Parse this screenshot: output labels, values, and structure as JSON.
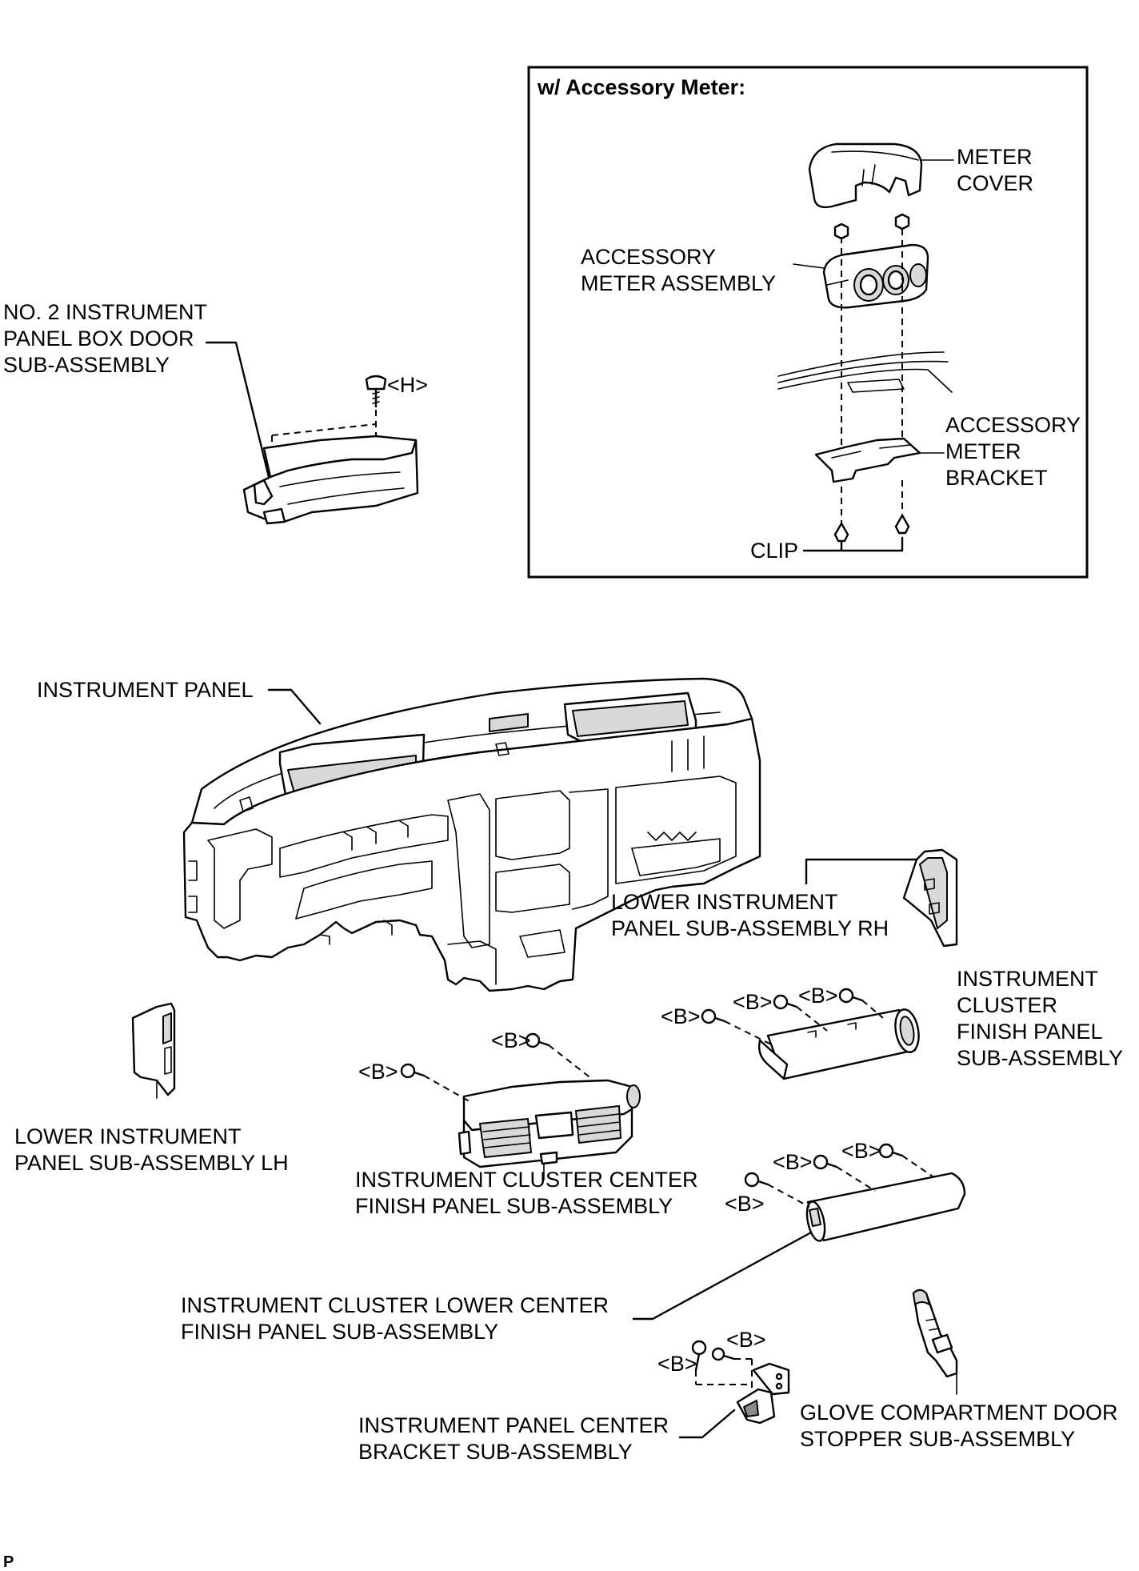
{
  "inset": {
    "title": "w/ Accessory Meter:",
    "meter_cover": [
      "METER",
      "COVER"
    ],
    "accessory_meter_assembly": [
      "ACCESSORY",
      "METER ASSEMBLY"
    ],
    "accessory_meter_bracket": [
      "ACCESSORY",
      "METER",
      "BRACKET"
    ],
    "clip": "CLIP"
  },
  "box_door": [
    "NO. 2 INSTRUMENT",
    "PANEL BOX DOOR",
    "SUB-ASSEMBLY"
  ],
  "screw_h": "<H>",
  "instrument_panel": "INSTRUMENT PANEL",
  "lower_panel_rh": [
    "LOWER INSTRUMENT",
    "PANEL SUB-ASSEMBLY RH"
  ],
  "lower_panel_lh": [
    "LOWER INSTRUMENT",
    "PANEL SUB-ASSEMBLY LH"
  ],
  "cluster_finish_panel": [
    "INSTRUMENT",
    "CLUSTER",
    "FINISH PANEL",
    "SUB-ASSEMBLY"
  ],
  "cluster_center_finish": [
    "INSTRUMENT CLUSTER CENTER",
    "FINISH PANEL SUB-ASSEMBLY"
  ],
  "cluster_lower_center_finish": [
    "INSTRUMENT CLUSTER LOWER CENTER",
    "FINISH PANEL SUB-ASSEMBLY"
  ],
  "center_bracket": [
    "INSTRUMENT PANEL CENTER",
    "BRACKET SUB-ASSEMBLY"
  ],
  "glove_stopper": [
    "GLOVE COMPARTMENT DOOR",
    "STOPPER SUB-ASSEMBLY"
  ],
  "screw_b": "<B>",
  "corner_mark": "P"
}
